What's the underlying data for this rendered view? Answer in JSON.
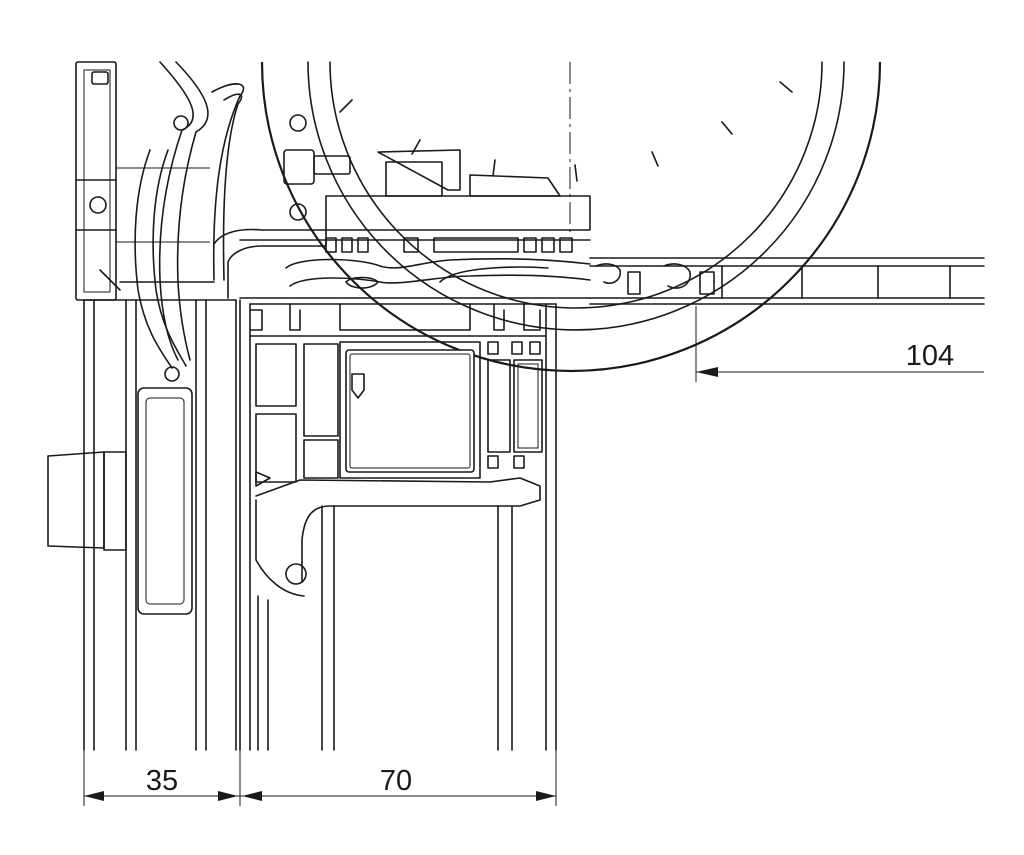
{
  "drawing": {
    "dimensions": [
      {
        "id": "dim-left",
        "value": "35"
      },
      {
        "id": "dim-middle",
        "value": "70"
      },
      {
        "id": "dim-right",
        "value": "104"
      }
    ]
  }
}
